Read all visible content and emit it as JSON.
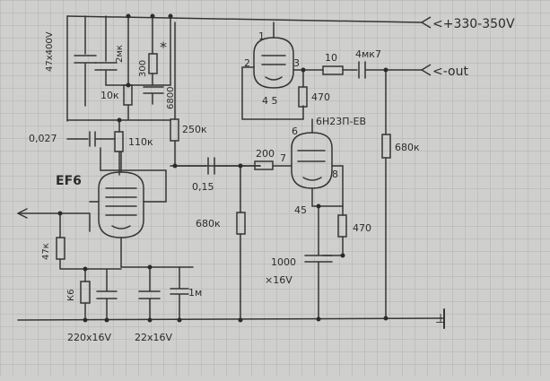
{
  "supply_label": "<+330-350V",
  "output_label": "<-out",
  "tube_ef6": "EF6",
  "tube_6n23": "6Н23П-ЕВ",
  "asterisk": "*",
  "ground_symbol": "⊥",
  "components": {
    "c_supply": "47x400V",
    "c_2mk": "2мк",
    "r_300": "300",
    "c_6800": "6800",
    "r_10k": "10к",
    "r_250k": "250к",
    "c_0027": "0,027",
    "r_110k": "110к",
    "c_015": "0,15",
    "r_200": "200",
    "r_680k_grid": "680к",
    "r_47k": "47к",
    "r_k6": "К6",
    "c_220": "220x16V",
    "c_22": "22x16V",
    "c_1m": "1м",
    "r_10": "10",
    "c_4mk7": "4мк7",
    "r_470_top": "470",
    "r_680k_out": "680к",
    "r_470_cath": "470",
    "c_1000": "1000",
    "c_1000_rating": "×16V"
  },
  "pins": {
    "p1": "1",
    "p2": "2",
    "p3": "3",
    "p45_top": "4 5",
    "p6": "6",
    "p7": "7",
    "p8": "8",
    "p45_bot": "45"
  }
}
